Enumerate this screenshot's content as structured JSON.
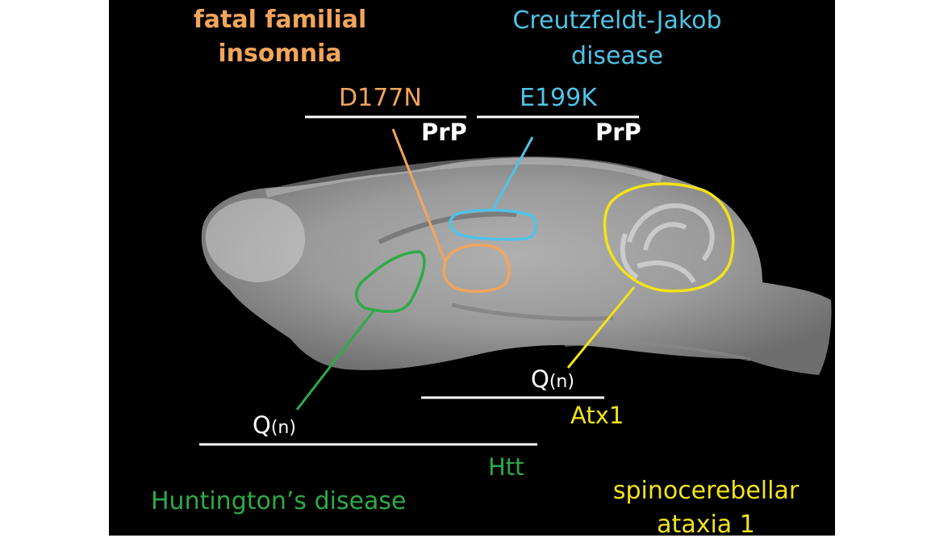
{
  "colors": {
    "background": "#000000",
    "ffi": "#f2a55b",
    "cjd": "#4fc3e8",
    "huntington": "#2eaa47",
    "sca1": "#f2e318",
    "text_white": "#ffffff"
  },
  "labels": {
    "ffi_title_line1": "fatal familial",
    "ffi_title_line2": "insomnia",
    "cjd_title_line1": "Creutzfeldt-Jakob",
    "cjd_title_line2": "disease",
    "ffi_mutation": "D177N",
    "cjd_mutation": "E199K",
    "prp_left": "PrP",
    "prp_right": "PrP",
    "q_huntington_main": "Q",
    "q_huntington_sub": "(n)",
    "q_sca1_main": "Q",
    "q_sca1_sub": "(n)",
    "htt_gene": "Htt",
    "atx1_gene": "Atx1",
    "huntington_title": "Huntington’s disease",
    "sca1_title_line1": "spinocerebellar",
    "sca1_title_line2": "ataxia 1"
  }
}
